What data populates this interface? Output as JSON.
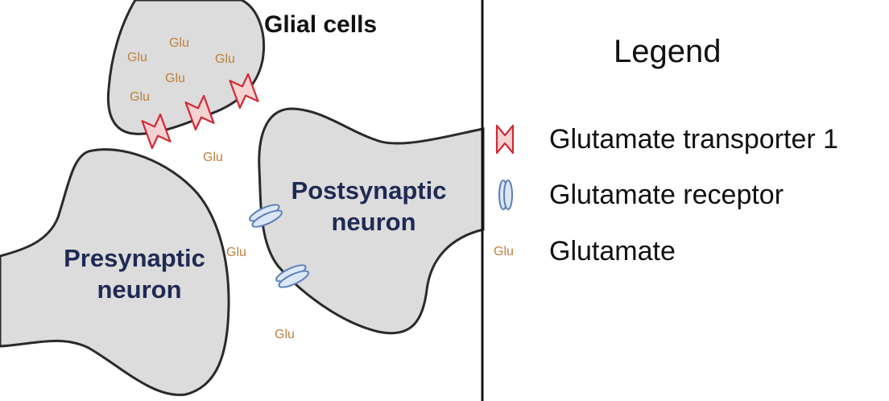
{
  "diagram": {
    "glial_label": "Glial cells",
    "presynaptic_label": [
      "Presynaptic",
      "neuron"
    ],
    "postsynaptic_label": [
      "Postsynaptic",
      "neuron"
    ],
    "glutamate_text": "Glu"
  },
  "legend": {
    "title": "Legend",
    "items": [
      {
        "icon": "transporter-icon",
        "label": "Glutamate transporter 1"
      },
      {
        "icon": "receptor-icon",
        "label": "Glutamate receptor"
      },
      {
        "icon": "glutamate-icon",
        "label": "Glutamate",
        "icon_text": "Glu"
      }
    ]
  },
  "colors": {
    "cell_fill": "#dcdcdc",
    "transporter": "#d02a34",
    "receptor": "#5b7fb8",
    "glutamate": "#c0803c",
    "neuron_label": "#1f2a55"
  }
}
